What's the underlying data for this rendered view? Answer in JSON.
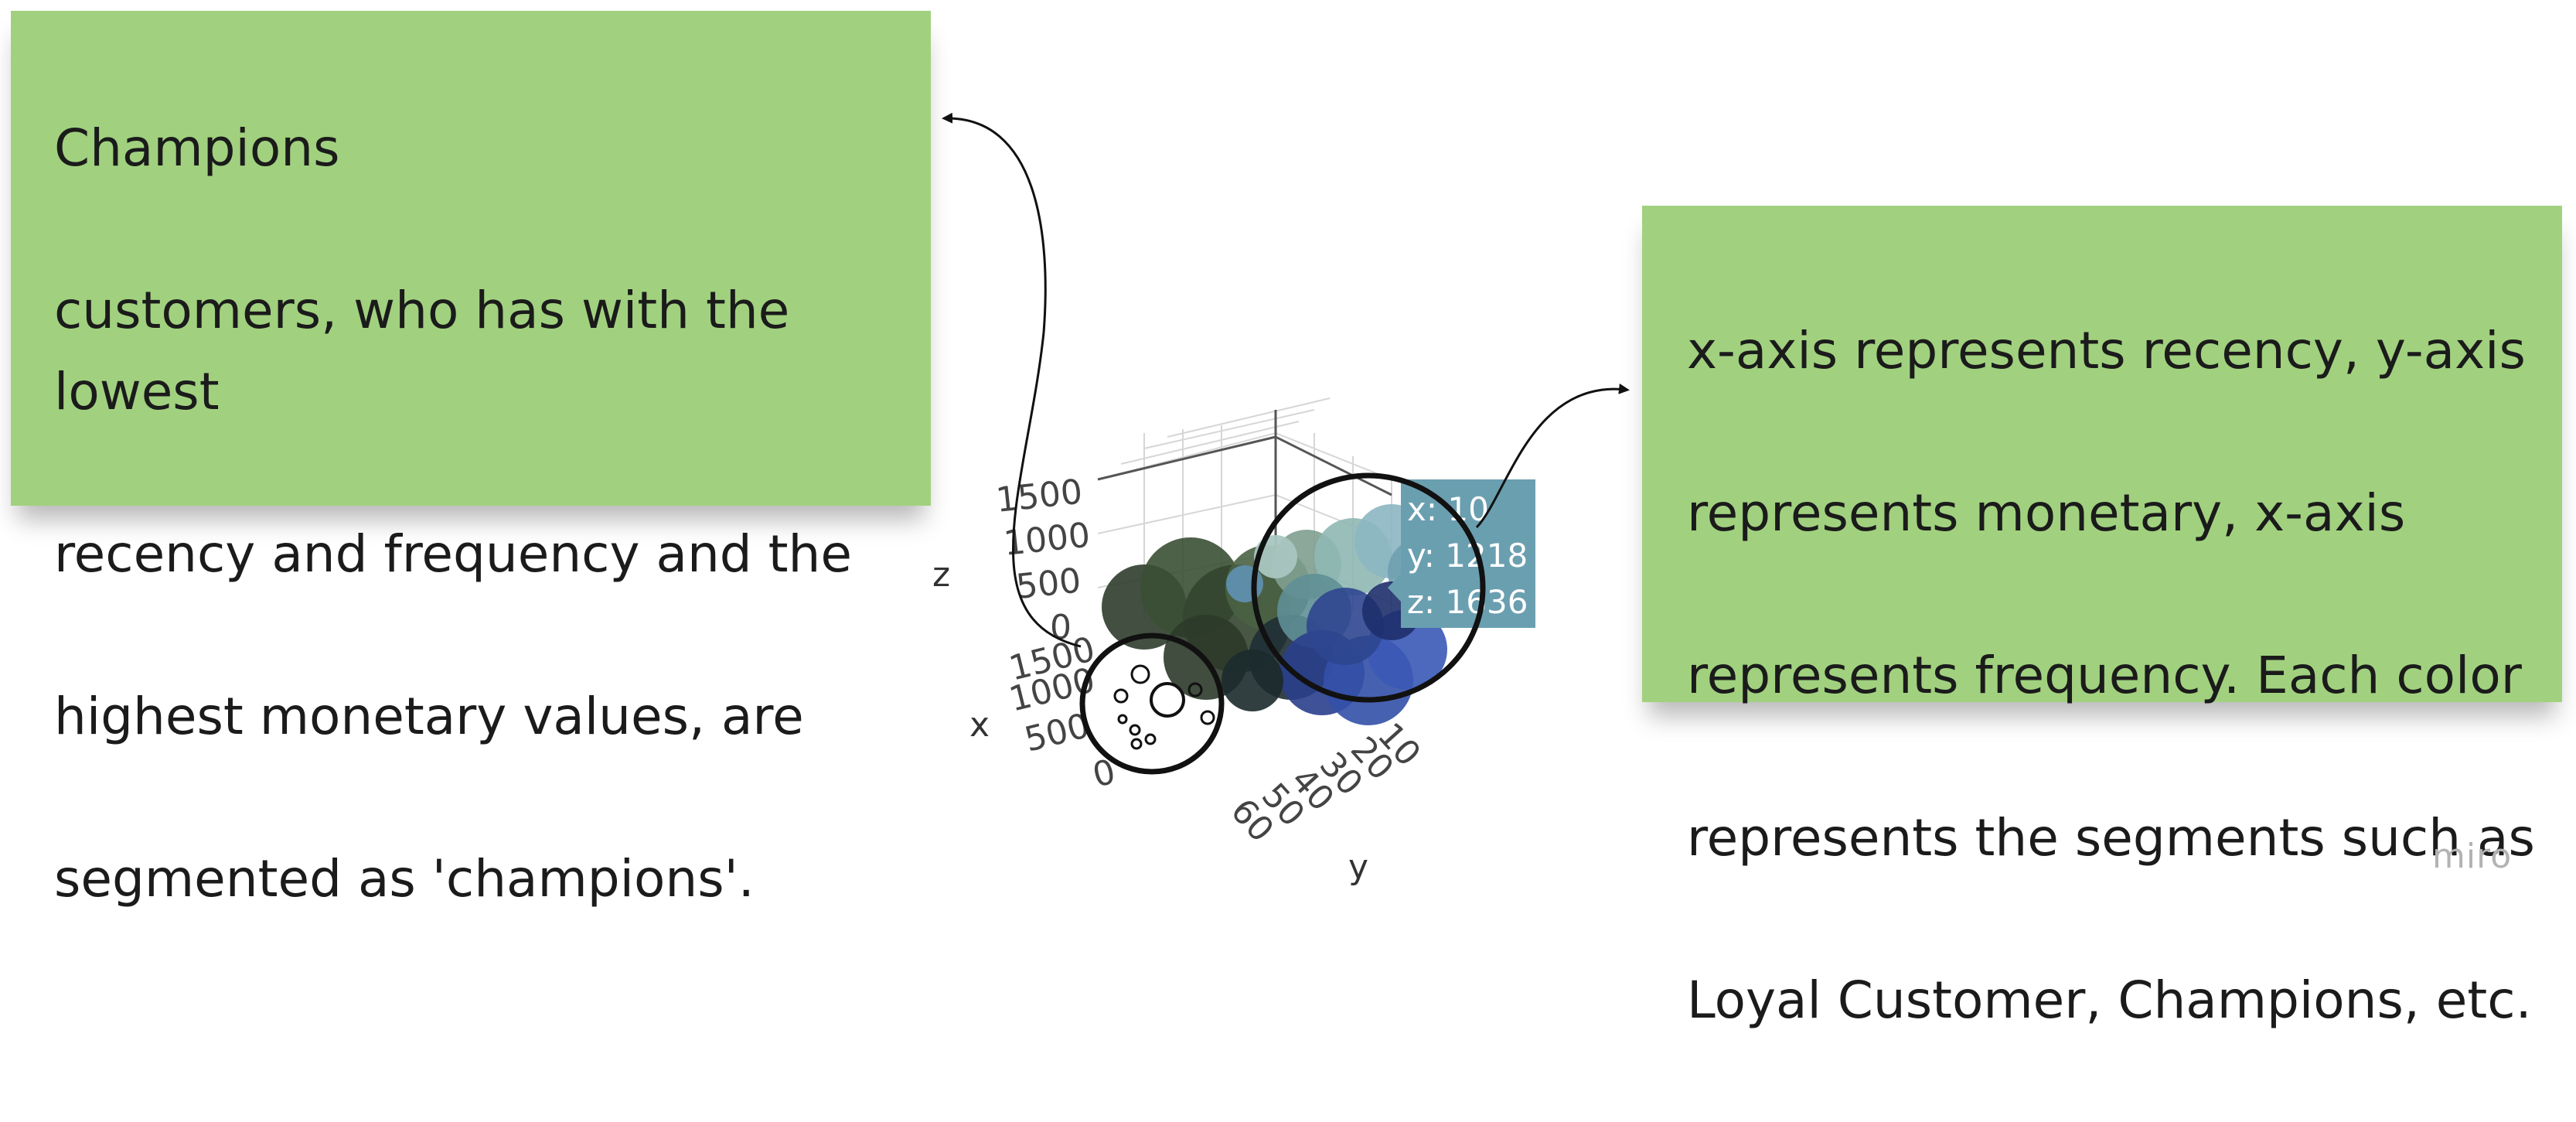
{
  "notes": {
    "left": {
      "lines": [
        "Champions",
        "customers, who has with the lowest",
        "recency and frequency and the",
        "highest monetary values, are",
        "segmented as 'champions'."
      ]
    },
    "right": {
      "lines": [
        "x-axis represents recency, y-axis",
        "represents monetary, x-axis",
        "represents frequency. Each color",
        "represents the segments such as",
        "Loyal Customer, Champions, etc."
      ]
    }
  },
  "plot": {
    "axis_labels": {
      "x": "x",
      "y": "y",
      "z": "z"
    },
    "z_ticks": [
      "1500",
      "1000",
      "500",
      "0"
    ],
    "x_ticks": [
      "1500",
      "1000",
      "500",
      "0"
    ],
    "y_ticks": [
      "10",
      "20",
      "30",
      "40",
      "50",
      "60"
    ],
    "tooltip": {
      "x": "x: 10",
      "y": "y: 1218",
      "z": "z: 1636"
    },
    "colors": {
      "tooltip_bg": "#6a9fb0",
      "cluster_dark_green": "#3a4f34",
      "cluster_light": "#8fb8b4",
      "cluster_blue": "#3350a8"
    }
  },
  "brand": "miro"
}
